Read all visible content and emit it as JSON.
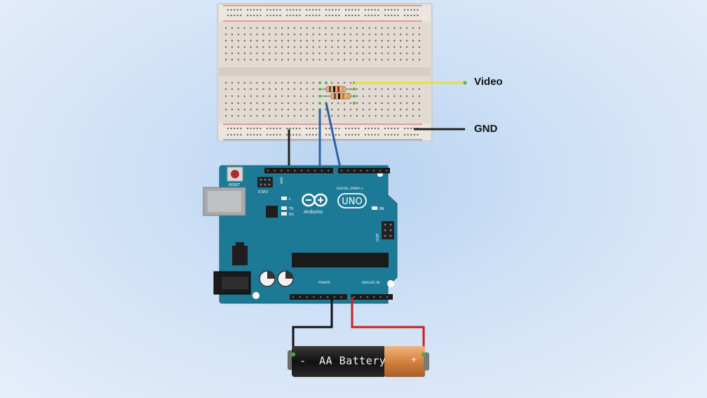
{
  "labels": {
    "video": "Video",
    "gnd": "GND"
  },
  "board": {
    "reset_label": "RESET",
    "icsp2_label": "ICSP2",
    "icsp_label": "ICSP",
    "logo_text": "UNO",
    "brand_text": "Arduino",
    "digital_label": "DIGITAL (PWM~)",
    "power_label": "POWER",
    "analog_label": "ANALOG IN",
    "led_l": "L",
    "led_tx": "TX",
    "led_rx": "RX",
    "on_label": "ON",
    "aref_label": "AREF"
  },
  "battery": {
    "label": "AA Battery",
    "minus": "-",
    "plus": "+"
  },
  "colors": {
    "video_wire": "#e4e03a",
    "gnd_wire": "#222222",
    "signal_wire": "#2c62a8",
    "power_wire": "#c81e1e",
    "board": "#1d7a97",
    "breadboard": "#e4dcd4"
  }
}
